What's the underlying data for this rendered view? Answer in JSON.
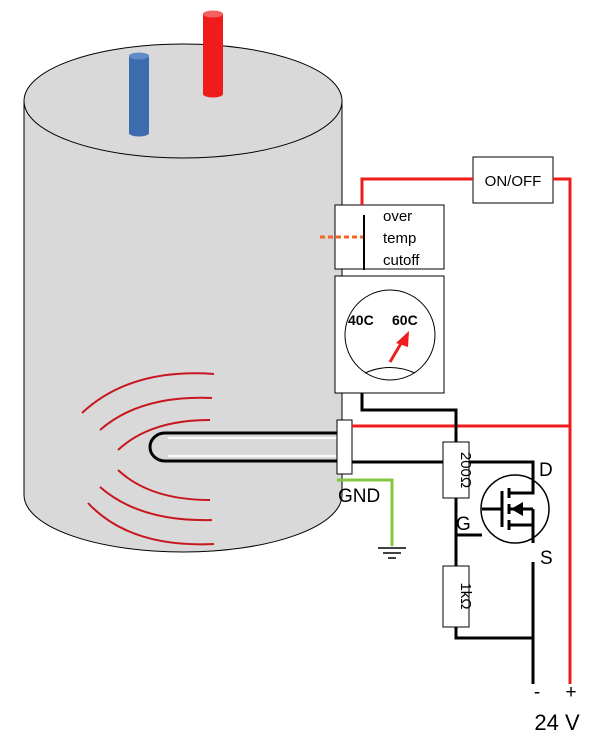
{
  "labels": {
    "switch": "ON/OFF",
    "cutoff_line1": "over",
    "cutoff_line2": "temp",
    "cutoff_line3": "cutoff",
    "thermostat_low": "40C",
    "thermostat_high": "60C",
    "ground": "GND",
    "resistor_top": "200Ω",
    "resistor_bottom": "1kΩ",
    "drain": "D",
    "gate": "G",
    "source": "S",
    "supply_minus": "-",
    "supply_plus": "+",
    "supply_voltage": "24 V"
  },
  "colors": {
    "tank_body": "#d9d9d9",
    "cold_pipe": "#3a6cae",
    "hot_pipe": "#ef1c1c",
    "positive_wire": "#ef1c1c",
    "negative_wire": "#000000",
    "ground_wire": "#86c440",
    "heat_waves": "#c7161e",
    "cutoff_link": "#f26522"
  }
}
